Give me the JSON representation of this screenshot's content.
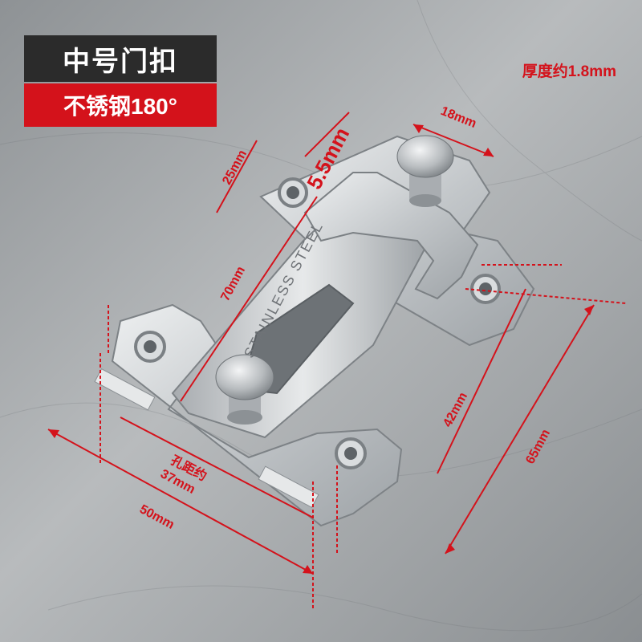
{
  "badges": {
    "product": "中号门扣",
    "material": "不锈钢180°"
  },
  "thickness": "厚度约1.8mm",
  "stamp_text": "STAINLESS STEEL",
  "dimensions": {
    "w18": "18mm",
    "h25": "25mm",
    "gap": "5.5mm",
    "h70": "70mm",
    "h42": "42mm",
    "h65": "65mm",
    "hole_label": "孔距约",
    "w37": "37mm",
    "w50": "50mm"
  },
  "colors": {
    "accent": "#d4121b",
    "dark_badge": "#2b2b2b",
    "background": "#9a9ea1",
    "steel": "#c9cccf"
  }
}
